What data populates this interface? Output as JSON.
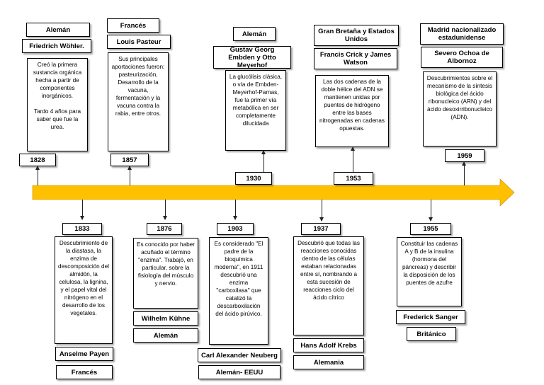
{
  "timeline": {
    "arrow_color": "#FFC000",
    "top_events": [
      {
        "year": "1828",
        "origin": "Alemán",
        "scientist": "Friedrich Wöhler.",
        "description": "Creó la primera sustancia orgánica hecha a partir de componentes inorgánicos.\n\nTardo 4 años para saber que fue la urea."
      },
      {
        "year": "1857",
        "origin": "Francés",
        "scientist": "Louis Pasteur",
        "description": "Sus principales aportaciones fueron: pasteurización, Desarrollo de la vacuna, fermentación y la vacuna contra la rabia, entre otros."
      },
      {
        "year": "1930",
        "origin": "Alemán",
        "scientist": "Gustav Georg Embden y Otto Meyerhof",
        "description": "La glucólisis clásica, o vía de Embden-Meyerhof-Parnas, fue la primer vía metabólica en ser completamente dilucidada"
      },
      {
        "year": "1953",
        "origin": "Gran Bretaña y Estados Unidos",
        "scientist": "Francis Crick y James Watson",
        "description": "Las dos cadenas de la doble hélice del ADN se mantienen unidas por puentes de hidrógeno entre las bases nitrogenadas en cadenas opuestas."
      },
      {
        "year": "1959",
        "origin": "Madrid nacionalizado estadunidense",
        "scientist": "Severo Ochoa de Albornoz",
        "description": "Descubrimientos sobre el mecanismo de la síntesis biológica del ácido ribonucleico (ARN) y del ácido desoxirribonucleico (ADN)."
      }
    ],
    "bottom_events": [
      {
        "year": "1833",
        "scientist": "Anselme Payen",
        "origin": "Francés",
        "description": "Descubrimiento de la diastasa, la enzima de descomposición del almidón, la celulosa, la lignina, y el papel vital del nitrógeno en el desarrollo de los vegetales."
      },
      {
        "year": "1876",
        "scientist": "Wilhelm Kühne",
        "origin": "Alemán",
        "description": "Es conocido por haber acuñado el término \"enzima\". Trabajó, en particular, sobre la fisiología del músculo y nervio."
      },
      {
        "year": "1903",
        "scientist": "Carl Alexander Neuberg",
        "origin": "Alemán- EEUU",
        "description": "Es considerado \"El padre de la bioquímica moderna\", en 1911 descubrió una enzima \"carboxilasa\" que catalizó la descarboxilación del ácido pirúvico."
      },
      {
        "year": "1937",
        "scientist": "Hans Adolf Krebs",
        "origin": "Alemania",
        "description": "Descubrió que todas las reacciones conocidas dentro de las células estaban relacionadas entre sí, nombrando a esta sucesión de reacciones ciclo del ácido cítrico"
      },
      {
        "year": "1955",
        "scientist": "Frederick Sanger",
        "origin": "Británico",
        "description": "Constituir las cadenas A y B de la insulina (hormona del páncreas) y describir la disposición de los puentes de azufre"
      }
    ]
  }
}
